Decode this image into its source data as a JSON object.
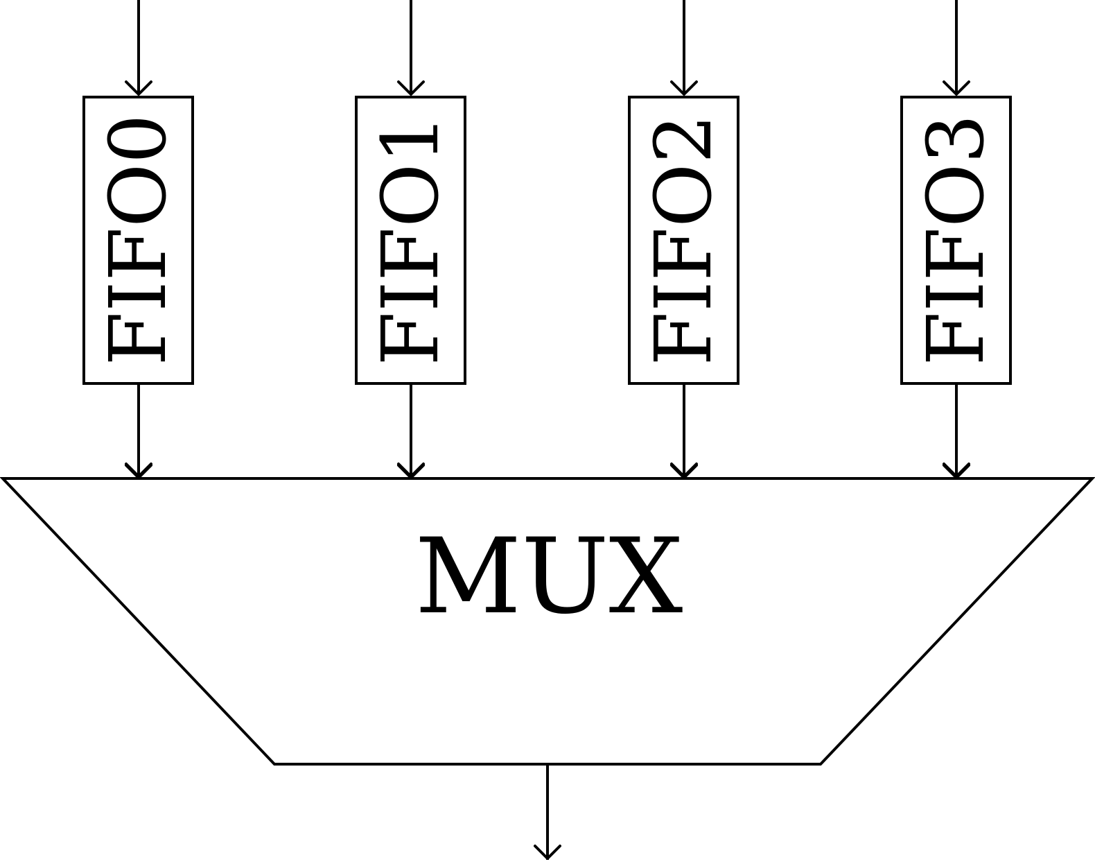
{
  "diagram": {
    "fifos": [
      {
        "label": "FIFO0"
      },
      {
        "label": "FIFO1"
      },
      {
        "label": "FIFO2"
      },
      {
        "label": "FIFO3"
      }
    ],
    "mux": {
      "label": "MUX"
    }
  }
}
